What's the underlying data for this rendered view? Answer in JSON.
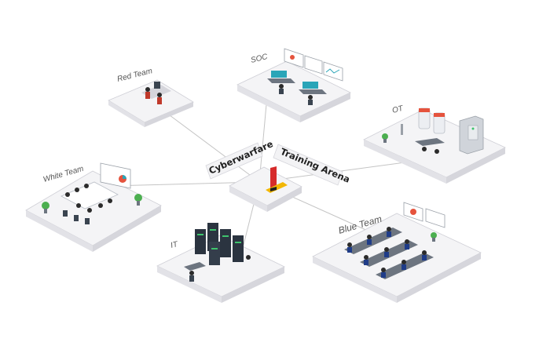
{
  "hub": {
    "label_left": "Cyberwarfare",
    "label_right": "Training Arena",
    "logo_icon": "logo-mark-icon"
  },
  "nodes": {
    "red_team": {
      "label": "Red Team"
    },
    "soc": {
      "label": "SOC"
    },
    "ot": {
      "label": "OT"
    },
    "white_team": {
      "label": "White Team"
    },
    "it": {
      "label": "IT"
    },
    "blue_team": {
      "label": "Blue Team"
    }
  },
  "colors": {
    "platform_top": "#f4f4f6",
    "platform_side": "#dcdce2",
    "red_team_accent": "#c0392b",
    "blue_team_accent": "#1f3c88",
    "server_dark": "#2b3440",
    "server_green": "#3ec46d",
    "logo_red": "#d62b2b",
    "logo_yellow": "#f2b705",
    "monitor_teal": "#2aa5b8"
  }
}
